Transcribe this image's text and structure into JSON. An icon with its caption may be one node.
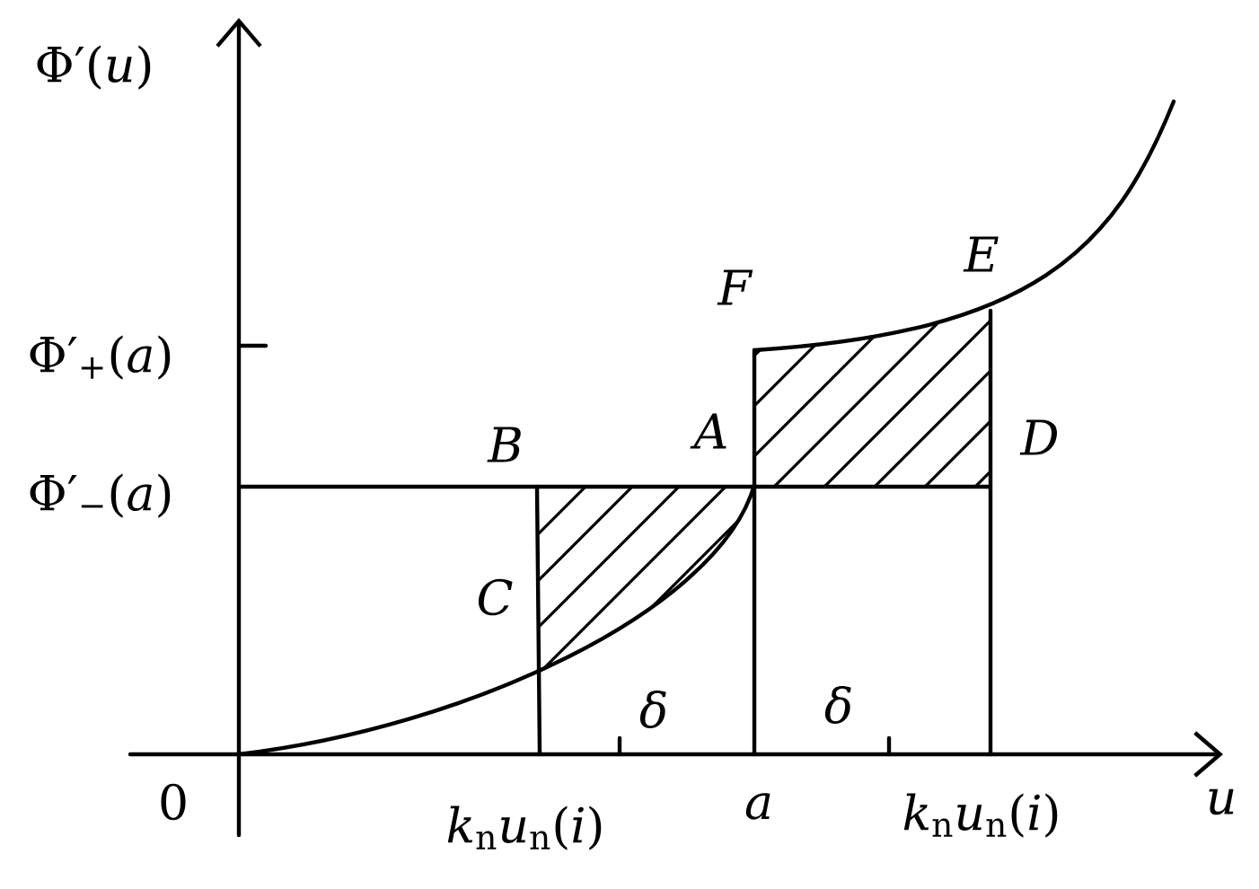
{
  "diagram": {
    "labels": [
      "Φ′(*u*)",
      "Φ′$_{+}$(*a*)",
      "Φ′$_{−}$(*a*)",
      "0",
      "*k*$_{n}$*u*$_{n}$(*i*)",
      "a",
      "*k*$_{n}$*u*$_{n}$(*i*)",
      "u",
      "F",
      "E",
      "B",
      "A",
      "D",
      "C",
      "δ",
      "δ"
    ]
  }
}
